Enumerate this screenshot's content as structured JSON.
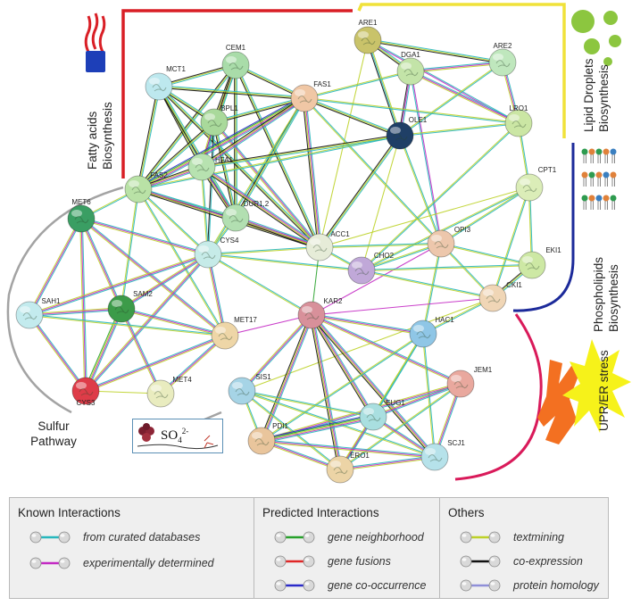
{
  "nodes": [
    {
      "id": "ARE1",
      "label": "ARE1",
      "color": "#c9c36a"
    },
    {
      "id": "DGA1",
      "label": "DGA1",
      "color": "#c3e4a8"
    },
    {
      "id": "ARE2",
      "label": "ARE2",
      "color": "#bfe7bd"
    },
    {
      "id": "LRO1",
      "label": "LRO1",
      "color": "#cbe6a4"
    },
    {
      "id": "CEM1",
      "label": "CEM1",
      "color": "#a9dca9"
    },
    {
      "id": "MCT1",
      "label": "MCT1",
      "color": "#bde8ee"
    },
    {
      "id": "BPL1",
      "label": "BPL1",
      "color": "#a9d99b"
    },
    {
      "id": "FAS1",
      "label": "FAS1",
      "color": "#f0c7a5"
    },
    {
      "id": "OLE1",
      "label": "OLE1",
      "color": "#1f3f66"
    },
    {
      "id": "HFA1",
      "label": "HFA1",
      "color": "#b7e2b0"
    },
    {
      "id": "FAS2",
      "label": "FAS2",
      "color": "#b9e2a6"
    },
    {
      "id": "CPT1",
      "label": "CPT1",
      "color": "#dbedb8"
    },
    {
      "id": "DUR1.2",
      "label": "DUR1,2",
      "color": "#b2dfb1"
    },
    {
      "id": "MET6",
      "label": "MET6",
      "color": "#3a9e63"
    },
    {
      "id": "CYS4",
      "label": "CYS4",
      "color": "#c6ebe8"
    },
    {
      "id": "ACC1",
      "label": "ACC1",
      "color": "#e6ecd8"
    },
    {
      "id": "OPI3",
      "label": "OPI3",
      "color": "#edc7ac"
    },
    {
      "id": "CHO2",
      "label": "CHO2",
      "color": "#c0a8d8"
    },
    {
      "id": "EKI1",
      "label": "EKI1",
      "color": "#cde8a4"
    },
    {
      "id": "SAM2",
      "label": "SAM2",
      "color": "#3c9b49"
    },
    {
      "id": "SAH1",
      "label": "SAH1",
      "color": "#c3ebee"
    },
    {
      "id": "CKI1",
      "label": "CKI1",
      "color": "#f0d6b6"
    },
    {
      "id": "KAR2",
      "label": "KAR2",
      "color": "#d8909a"
    },
    {
      "id": "MET17",
      "label": "MET17",
      "color": "#eed6a7"
    },
    {
      "id": "HAC1",
      "label": "HAC1",
      "color": "#8fc6e6"
    },
    {
      "id": "JEM1",
      "label": "JEM1",
      "color": "#e9a89e"
    },
    {
      "id": "CYS3",
      "label": "CYS3",
      "color": "#de3c48"
    },
    {
      "id": "MET4",
      "label": "MET4",
      "color": "#e9ecbf"
    },
    {
      "id": "SIS1",
      "label": "SIS1",
      "color": "#a6d4e6"
    },
    {
      "id": "EUG1",
      "label": "EUG1",
      "color": "#a9dfe0"
    },
    {
      "id": "PDI1",
      "label": "PDI1",
      "color": "#e9c59c"
    },
    {
      "id": "SCJ1",
      "label": "SCJ1",
      "color": "#b6e2ea"
    },
    {
      "id": "ERO1",
      "label": "ERO1",
      "color": "#ecd4a6"
    }
  ],
  "annotations": {
    "fatty_acids": [
      "Fatty acids",
      "Biosynthesis"
    ],
    "lipid_droplets": [
      "Lipid Droplets",
      "Biosynthesis"
    ],
    "phospholipids": [
      "Phospholipids",
      "Biosynthesis"
    ],
    "upr": "UPR/ER stress",
    "sulfur_line1": "Sulfur",
    "sulfur_line2": "Pathway",
    "so4_base": "SO",
    "so4_sub": "4",
    "so4_sup": "2-"
  },
  "legend": {
    "known": {
      "title": "Known Interactions",
      "items": [
        {
          "label": "from curated databases",
          "color": "#27b7bd"
        },
        {
          "label": "experimentally determined",
          "color": "#c42ac4"
        }
      ]
    },
    "predicted": {
      "title": "Predicted Interactions",
      "items": [
        {
          "label": "gene neighborhood",
          "color": "#27a12a"
        },
        {
          "label": "gene fusions",
          "color": "#e02727"
        },
        {
          "label": "gene co-occurrence",
          "color": "#2a2ac9"
        }
      ]
    },
    "others": {
      "title": "Others",
      "items": [
        {
          "label": "textmining",
          "color": "#bdd127"
        },
        {
          "label": "co-expression",
          "color": "#111111"
        },
        {
          "label": "protein homology",
          "color": "#8f8fd8"
        }
      ]
    }
  },
  "colors": {
    "fatty_bracket": "#d91f26",
    "lipid_bracket": "#f0e23a",
    "phospho_bracket": "#1c2a9a",
    "upr_arc": "#d91a5a",
    "sulfur_arc": "#a3a3a3",
    "droplet": "#8cc63f",
    "upr_star": "#f6f21a",
    "upr_shape": "#f37021"
  }
}
